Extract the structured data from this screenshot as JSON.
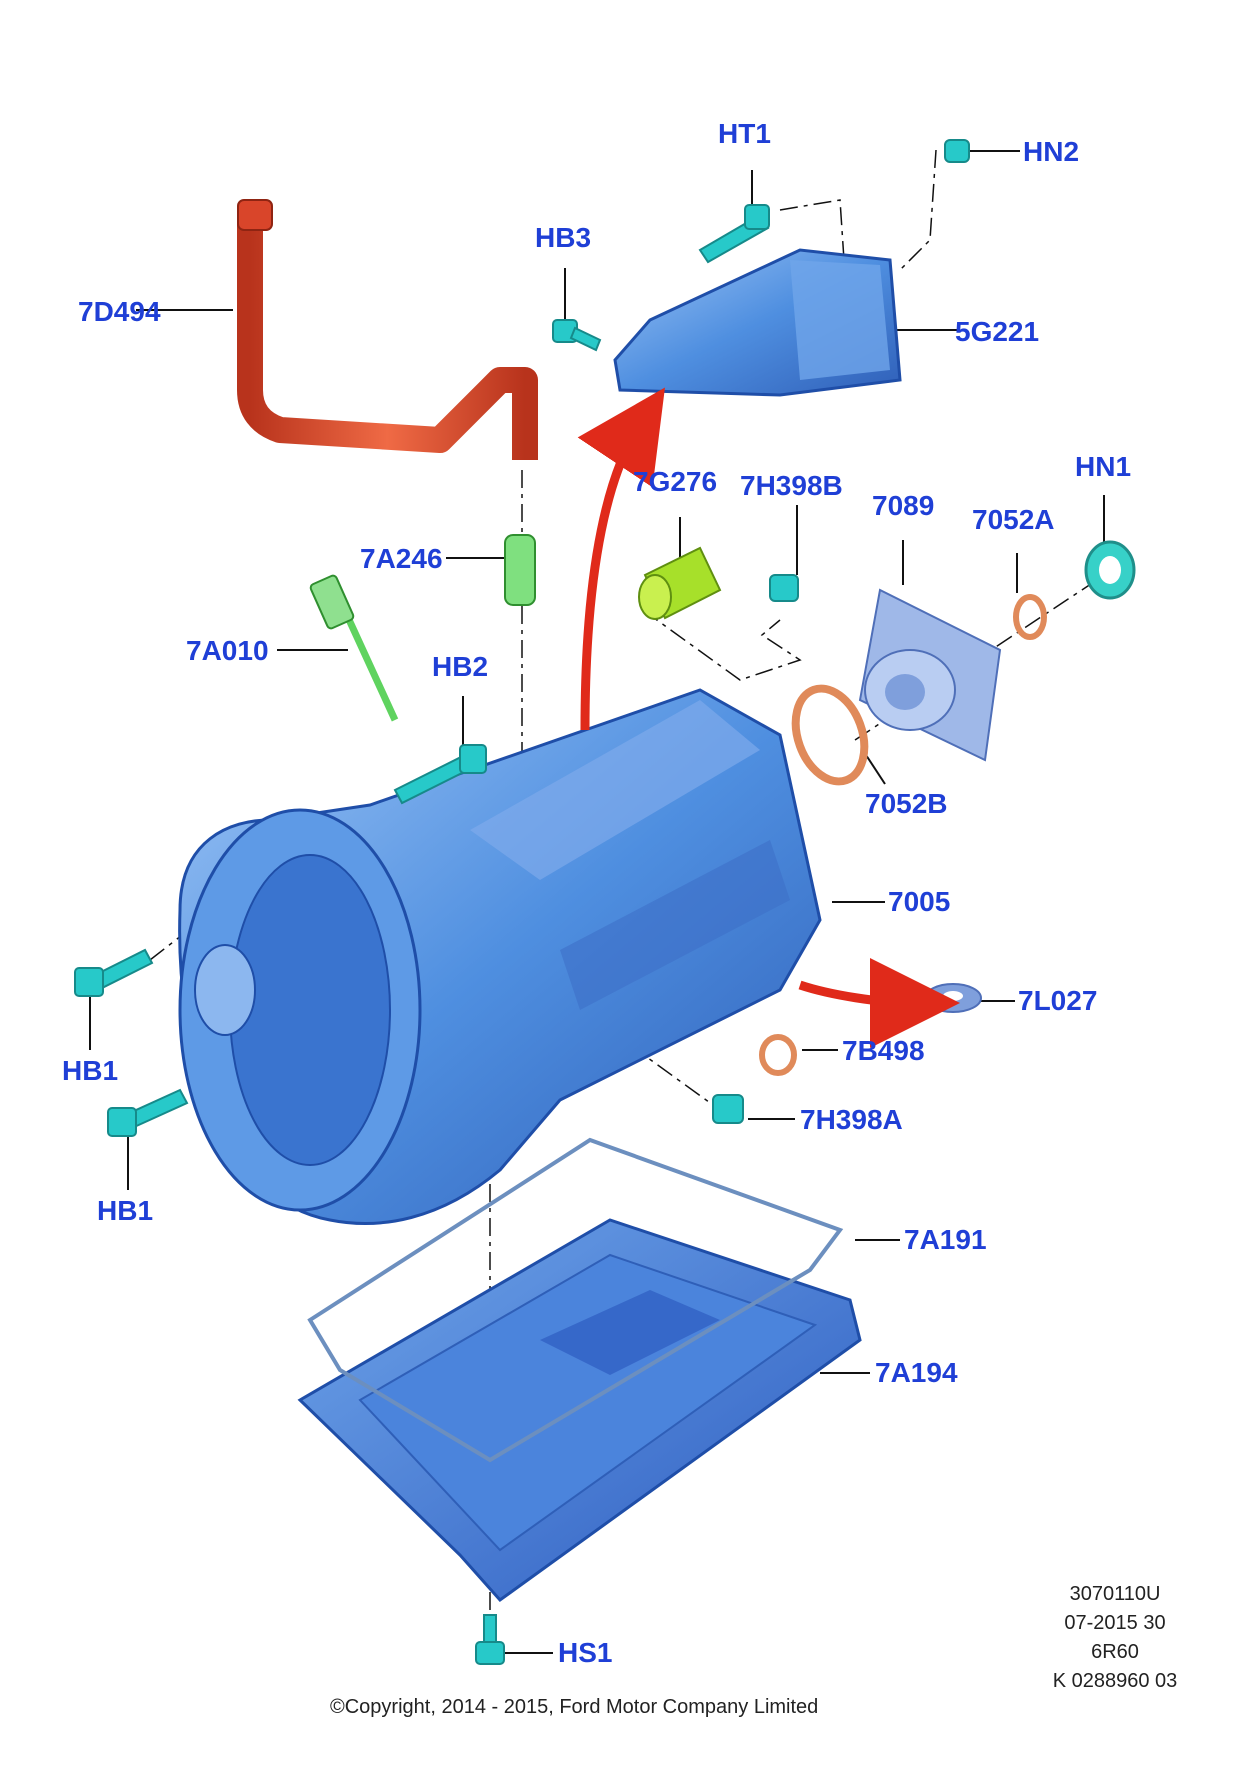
{
  "colors": {
    "label": "#1f3fd6",
    "housing": "#4f8fe0",
    "housing_dark": "#2f5fb8",
    "fastener": "#27c9c9",
    "tube": "#d9452a",
    "dipstick": "#5fd35f",
    "breather": "#a7e02a",
    "seal": "#e08a5a",
    "flange": "#9fb8e8",
    "arrow": "#e02a1a"
  },
  "callouts": [
    {
      "id": "7D494"
    },
    {
      "id": "HT1"
    },
    {
      "id": "HN2"
    },
    {
      "id": "HB3"
    },
    {
      "id": "5G221"
    },
    {
      "id": "7G276"
    },
    {
      "id": "7H398B"
    },
    {
      "id": "7089"
    },
    {
      "id": "7052A"
    },
    {
      "id": "HN1"
    },
    {
      "id": "7A246"
    },
    {
      "id": "7A010"
    },
    {
      "id": "HB2"
    },
    {
      "id": "7052B"
    },
    {
      "id": "7005"
    },
    {
      "id": "7L027"
    },
    {
      "id": "7B498"
    },
    {
      "id": "HB1"
    },
    {
      "id": "7H398A"
    },
    {
      "id": "HB1"
    },
    {
      "id": "7A191"
    },
    {
      "id": "7A194"
    },
    {
      "id": "HS1"
    }
  ],
  "info_block": {
    "line1": "3070110U",
    "line2": "07-2015 30",
    "line3": "6R60",
    "line4": "K 0288960 03"
  },
  "copyright": "©Copyright, 2014 - 2015, Ford Motor Company Limited"
}
